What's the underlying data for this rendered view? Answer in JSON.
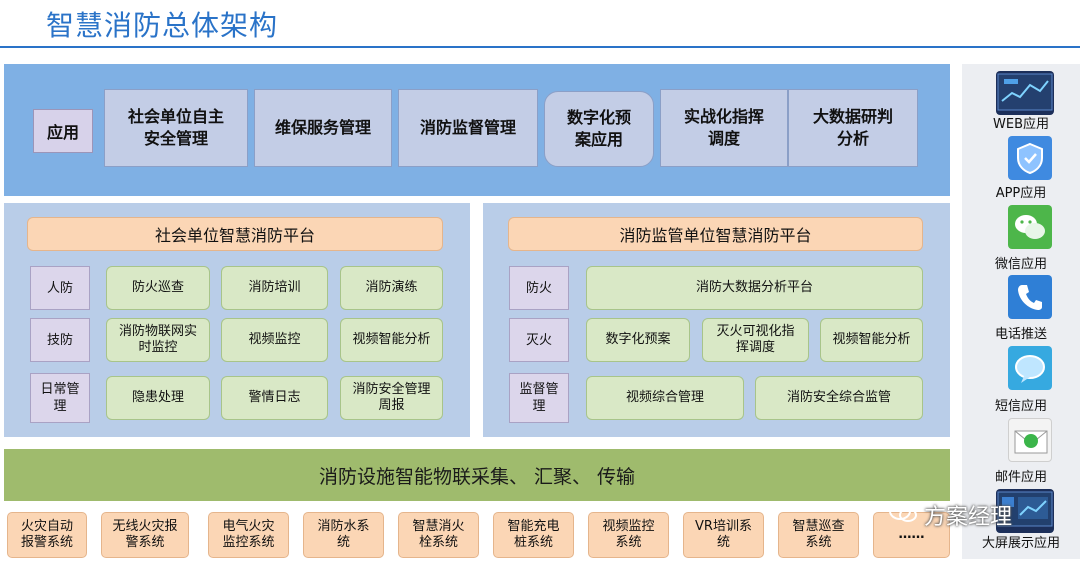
{
  "title": "智慧消防总体架构",
  "app_layer": {
    "label": "应用",
    "items": [
      "社会单位自主\n安全管理",
      "维保服务管理",
      "消防监督管理",
      "数字化预\n案应用",
      "实战化指挥\n调度",
      "大数据研判\n分析"
    ]
  },
  "social_platform": {
    "title": "社会单位智慧消防平台",
    "rows": [
      {
        "label": "人防",
        "cells": [
          "防火巡查",
          "消防培训",
          "消防演练"
        ]
      },
      {
        "label": "技防",
        "cells": [
          "消防物联网实\n时监控",
          "视频监控",
          "视频智能分析"
        ]
      },
      {
        "label": "日常管\n理",
        "cells": [
          "隐患处理",
          "警情日志",
          "消防安全管理\n周报"
        ]
      }
    ]
  },
  "supervision_platform": {
    "title": "消防监管单位智慧消防平台",
    "rows": [
      {
        "label": "防火",
        "cells": [
          "消防大数据分析平台"
        ]
      },
      {
        "label": "灭火",
        "cells": [
          "数字化预案",
          "灭火可视化指\n挥调度",
          "视频智能分析"
        ]
      },
      {
        "label": "监督管\n理",
        "cells": [
          "视频综合管理",
          "消防安全综合监管"
        ]
      }
    ]
  },
  "iot_layer": "消防设施智能物联采集、 汇聚、 传输",
  "subsystems": [
    "火灾自动\n报警系统",
    "无线火灾报\n警系统",
    "电气火灾\n监控系统",
    "消防水系\n统",
    "智慧消火\n栓系统",
    "智能充电\n桩系统",
    "视频监控\n系统",
    "VR培训系\n统",
    "智慧巡查\n系统",
    "……"
  ],
  "side_apps": [
    {
      "label": "WEB应用",
      "icon": "web-screen-icon"
    },
    {
      "label": "APP应用",
      "icon": "shield-app-icon"
    },
    {
      "label": "微信应用",
      "icon": "wechat-icon"
    },
    {
      "label": "电话推送",
      "icon": "phone-icon"
    },
    {
      "label": "短信应用",
      "icon": "sms-icon"
    },
    {
      "label": "邮件应用",
      "icon": "mail-icon"
    },
    {
      "label": "大屏展示应用",
      "icon": "big-screen-icon"
    }
  ],
  "watermark": "方案经理",
  "colors": {
    "title": "#2a73c8",
    "app_panel": "#7fb0e4",
    "platform_panel": "#b9cde8",
    "iot_panel": "#9fbb6d",
    "header": "#fbd6b5",
    "cell": "#d9e8c6"
  }
}
